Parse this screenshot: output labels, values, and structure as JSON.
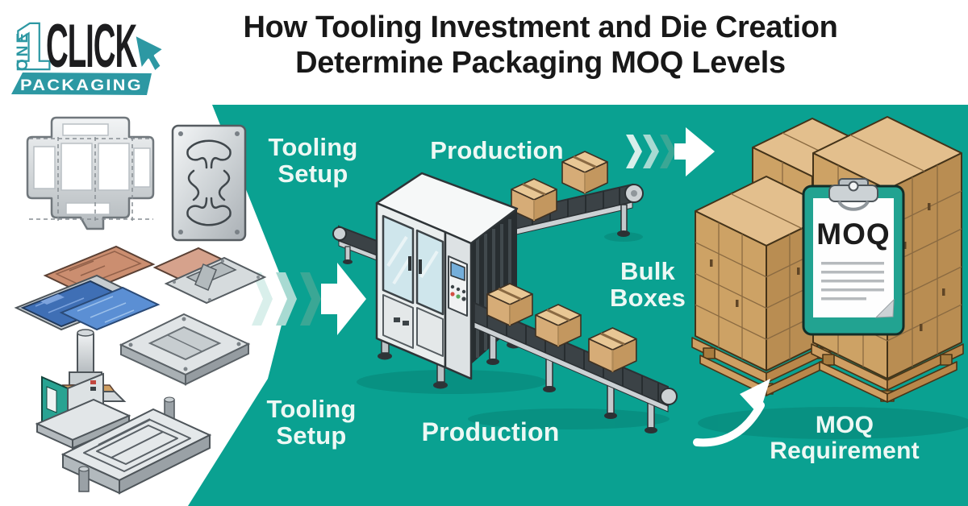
{
  "logo": {
    "numeral": "1",
    "vertical_text": "ONE",
    "brand": "CLICK",
    "banner": "PACKAGING"
  },
  "title": {
    "line1": "How Tooling Investment and Die Creation",
    "line2": "Determine Packaging MOQ Levels"
  },
  "flow_labels": {
    "tooling_setup_top": {
      "line1": "Tooling",
      "line2": "Setup"
    },
    "production_top": "Production",
    "bulk_boxes": {
      "line1": "Bulk",
      "line2": "Boxes"
    },
    "tooling_setup_bottom": {
      "line1": "Tooling",
      "line2": "Setup"
    },
    "production_bottom": "Production",
    "moq_requirement": {
      "line1": "MOQ",
      "line2": "Requirement"
    }
  },
  "clipboard": {
    "text": "MOQ"
  },
  "icons": {
    "logo_cursor": "mouse-cursor-icon",
    "flow_arrows": "triple-chevron-right-arrow",
    "clipboard": "clipboard-icon"
  },
  "colors": {
    "teal_background": "#0AA191",
    "logo_teal": "#2D98A3",
    "cardboard": "#D6AC77",
    "clipboard_teal": "#22A391",
    "title_text": "#181818",
    "label_text": "#EDF8F4"
  }
}
